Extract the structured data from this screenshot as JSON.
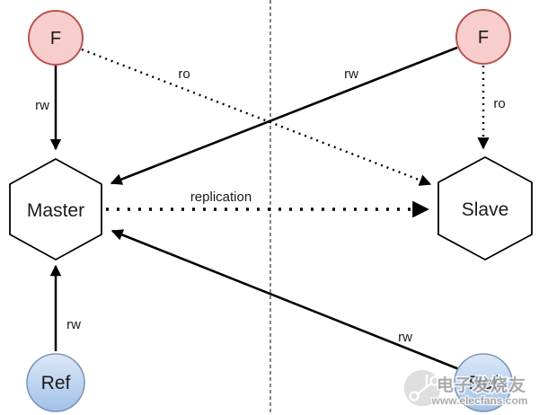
{
  "diagram": {
    "nodes": {
      "f_left": {
        "label": "F"
      },
      "f_right": {
        "label": "F"
      },
      "master": {
        "label": "Master"
      },
      "slave": {
        "label": "Slave"
      },
      "ref_left": {
        "label": "Ref"
      },
      "ref_right": {
        "label": "Ref"
      }
    },
    "edges": {
      "f_left_to_master": {
        "label": "rw",
        "style": "solid"
      },
      "f_left_to_slave": {
        "label": "ro",
        "style": "dotted"
      },
      "f_right_to_master": {
        "label": "rw",
        "style": "solid"
      },
      "f_right_to_slave": {
        "label": "ro",
        "style": "dotted"
      },
      "master_to_slave": {
        "label": "replication",
        "style": "dotted"
      },
      "ref_left_to_master": {
        "label": "rw",
        "style": "solid"
      },
      "ref_right_to_master": {
        "label": "rw",
        "style": "solid"
      }
    },
    "colors": {
      "f_fill": "#f8cecc",
      "f_stroke": "#b85450",
      "hex_fill": "#ffffff",
      "hex_stroke": "#000000",
      "ref_fill_top": "#dce8f8",
      "ref_fill_bottom": "#a2c1e8",
      "ref_stroke": "#7e96bb",
      "edge_color": "#000000",
      "label_color": "#1a1a1a",
      "divider_color": "#333333"
    }
  },
  "watermark": {
    "brand": "电子发烧友",
    "site": "www.elecfans.com"
  }
}
